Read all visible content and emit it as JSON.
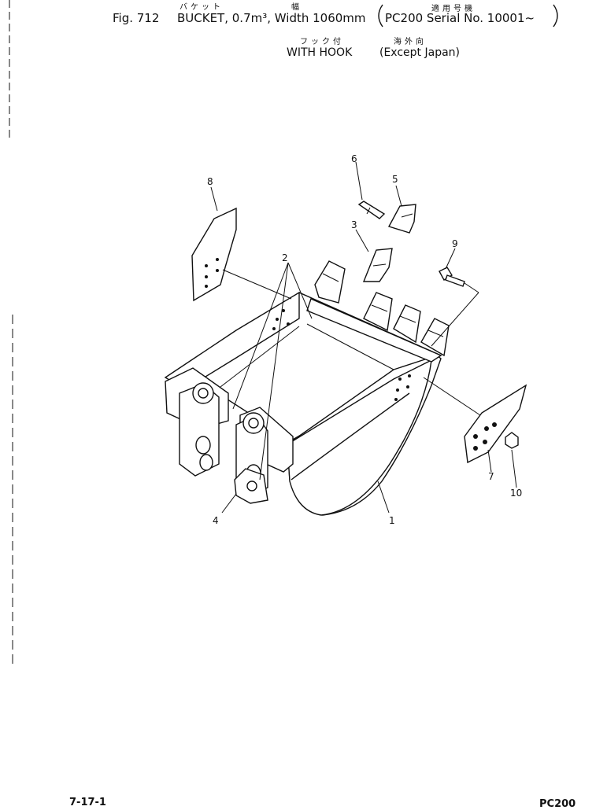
{
  "header": {
    "fig": "Fig. 712",
    "title_main": "BUCKET, 0.7m³, Width 1060mm",
    "title_serial": "PC200 Serial No. 10001~",
    "jp_bucket": "バケット",
    "jp_width": "幅",
    "jp_machine": "適用号機",
    "jp_hook": "フック付",
    "jp_overseas": "海外向",
    "subtitle_hook": "WITH HOOK",
    "subtitle_except": "(Except Japan)"
  },
  "callouts": [
    "1",
    "2",
    "3",
    "4",
    "5",
    "6",
    "7",
    "8",
    "9",
    "10"
  ],
  "footer": {
    "page": "7-17-1",
    "model": "PC200"
  }
}
